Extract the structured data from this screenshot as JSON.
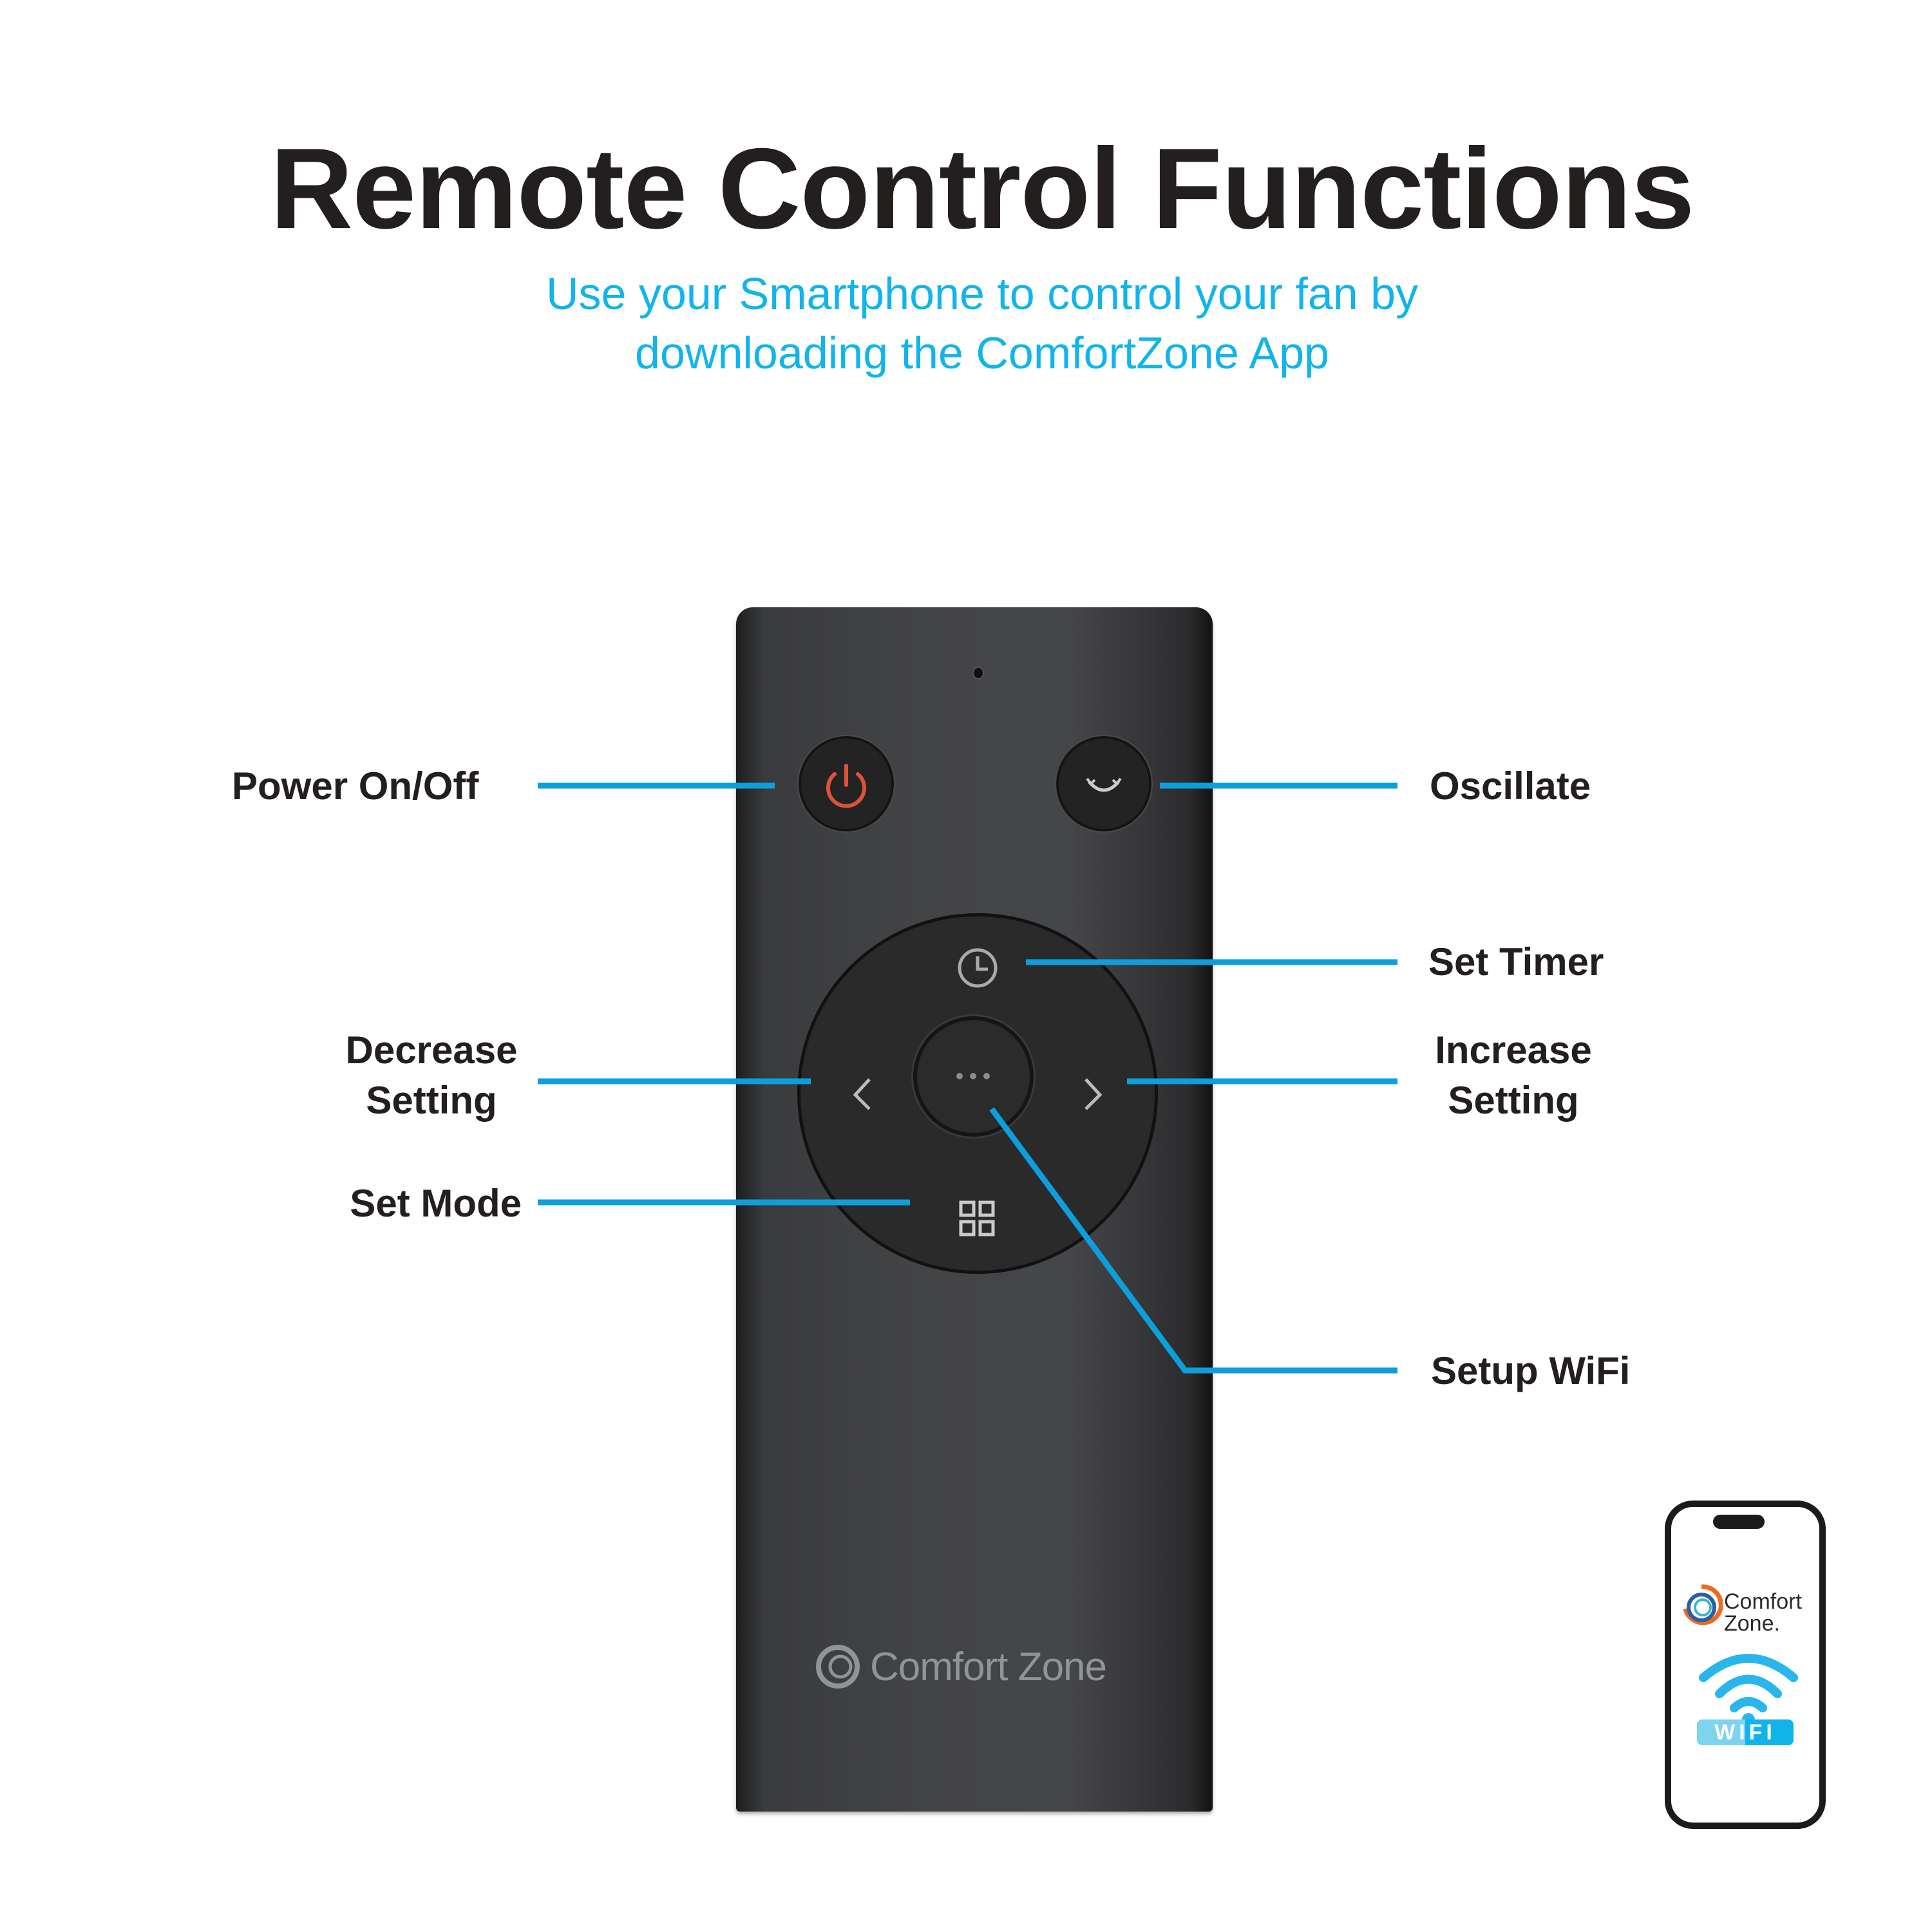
{
  "header": {
    "title": "Remote Control Functions",
    "subtitle_line1": "Use your Smartphone to control your fan by",
    "subtitle_line2": "downloading the ComfortZone App"
  },
  "labels": {
    "power": "Power On/Off",
    "oscillate": "Oscillate",
    "set_timer": "Set Timer",
    "decrease_line1": "Decrease",
    "decrease_line2": "Setting",
    "increase_line1": "Increase",
    "increase_line2": "Setting",
    "set_mode": "Set Mode",
    "setup_wifi": "Setup WiFi"
  },
  "remote": {
    "brand": "Comfort Zone",
    "buttons": [
      {
        "name": "power",
        "icon": "power-icon",
        "color": "#e0513a"
      },
      {
        "name": "oscillate",
        "icon": "oscillate-icon"
      },
      {
        "name": "timer",
        "icon": "clock-icon"
      },
      {
        "name": "decrease",
        "icon": "chevron-left-icon"
      },
      {
        "name": "wifi-setup",
        "icon": "ellipsis-icon"
      },
      {
        "name": "increase",
        "icon": "chevron-right-icon"
      },
      {
        "name": "mode",
        "icon": "grid-icon"
      }
    ]
  },
  "phone": {
    "brand_line1": "Comfort",
    "brand_line2": "Zone.",
    "wifi_label": "WIFI"
  },
  "colors": {
    "accent": "#0c9fdc",
    "subtitle": "#11b4eb",
    "text": "#231f1e",
    "remote_body": "#434446"
  }
}
